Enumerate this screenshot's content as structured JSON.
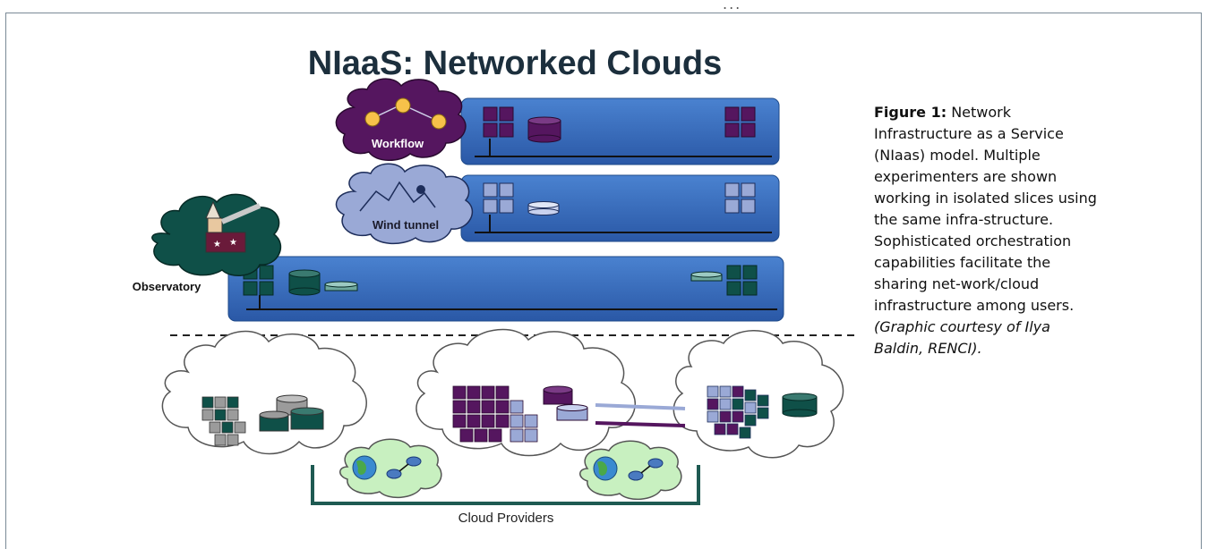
{
  "header_fragment": "...",
  "diagram": {
    "title": "NIaaS: Networked Clouds",
    "slices": [
      {
        "label": "Workflow",
        "color": "#55165f"
      },
      {
        "label": "Wind tunnel",
        "color": "#9aa9d6"
      },
      {
        "label": "Observatory",
        "color": "#0f5048"
      }
    ],
    "bottom_label": "Cloud Providers",
    "colors": {
      "slice_band": "#3569b9",
      "workflow_purple": "#55165f",
      "windtunnel_lavender": "#9aa9d6",
      "observatory_teal": "#0f5048",
      "provider_link": "#1e5a52",
      "grey_node": "#9b9b9b",
      "green_cloud": "#c8f0c0"
    },
    "icons": [
      "telescope-astronomer-icon",
      "globe-icon",
      "network-router-icon",
      "storage-cylinder-icon",
      "compute-node-icon"
    ]
  },
  "caption": {
    "label": "Figure 1:",
    "text": " Network Infrastructure as a Service (NIaas) model. Multiple experimenters are shown working in isolated slices using the same infra-structure. Sophisticated orchestration capabilities facilitate the sharing net-work/cloud infrastructure among users. ",
    "credit": "(Graphic courtesy of Ilya Baldin, RENCI)."
  }
}
